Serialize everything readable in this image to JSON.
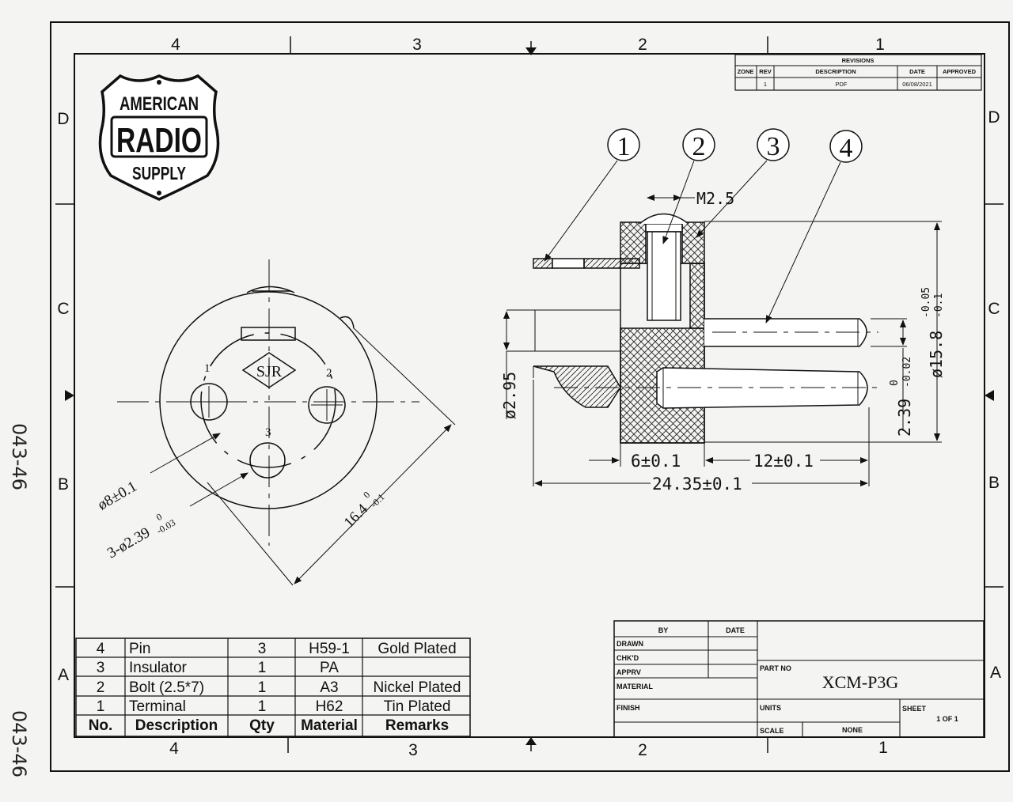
{
  "side_labels": [
    "043-46",
    "043-46"
  ],
  "zones": {
    "columns": [
      "4",
      "3",
      "2",
      "1"
    ],
    "rows": [
      "D",
      "C",
      "B",
      "A"
    ]
  },
  "logo": {
    "line1": "AMERICAN",
    "line2": "RADIO",
    "line3": "SUPPLY"
  },
  "revisions": {
    "title": "REVISIONS",
    "headers": [
      "ZONE",
      "REV",
      "DESCRIPTION",
      "DATE",
      "APPROVED"
    ],
    "rows": [
      [
        "",
        "1",
        "PDF",
        "06/08/2021",
        ""
      ]
    ]
  },
  "front_view": {
    "pin_labels": [
      "1",
      "2",
      "3"
    ],
    "logo_text": "SJR",
    "dims": {
      "outer_diameter": "ø8±0.1",
      "pin_hole_main": "3-ø2.39",
      "pin_hole_tol_up": "0",
      "pin_hole_tol_down": "-0.03",
      "span_main": "16.4",
      "span_tol_up": "0",
      "span_tol_down": "-0.1"
    }
  },
  "side_view": {
    "balloons": [
      "1",
      "2",
      "3",
      "4"
    ],
    "dims": {
      "thread": "M2.5",
      "pin_dia": "ø2.95",
      "body_dia_main": "ø15.8",
      "body_dia_tol_up": "-0.05",
      "body_dia_tol_down": "-0.1",
      "pin2_main": "2.39",
      "pin2_tol_up": "0",
      "pin2_tol_down": "-0.02",
      "len_a": "6±0.1",
      "len_b": "12±0.1",
      "len_total": "24.35±0.1"
    }
  },
  "bom": {
    "rows": [
      [
        "4",
        "Pin",
        "3",
        "H59-1",
        "Gold Plated"
      ],
      [
        "3",
        "Insulator",
        "1",
        "PA",
        ""
      ],
      [
        "2",
        "Bolt (2.5*7)",
        "1",
        "A3",
        "Nickel Plated"
      ],
      [
        "1",
        "Terminal",
        "1",
        "H62",
        "Tin Plated"
      ]
    ],
    "headers": [
      "No.",
      "Description",
      "Qty",
      "Material",
      "Remarks"
    ]
  },
  "title_block": {
    "by_header": "BY",
    "date_header": "DATE",
    "rows": [
      "DRAWN",
      "CHK'D",
      "APPRV",
      "MATERIAL",
      "FINISH"
    ],
    "part_no_label": "PART NO",
    "part_no": "XCM-P3G",
    "units_label": "UNITS",
    "sheet_label": "SHEET",
    "sheet_value": "1  OF  1",
    "scale_label": "SCALE",
    "scale_value": "NONE"
  }
}
